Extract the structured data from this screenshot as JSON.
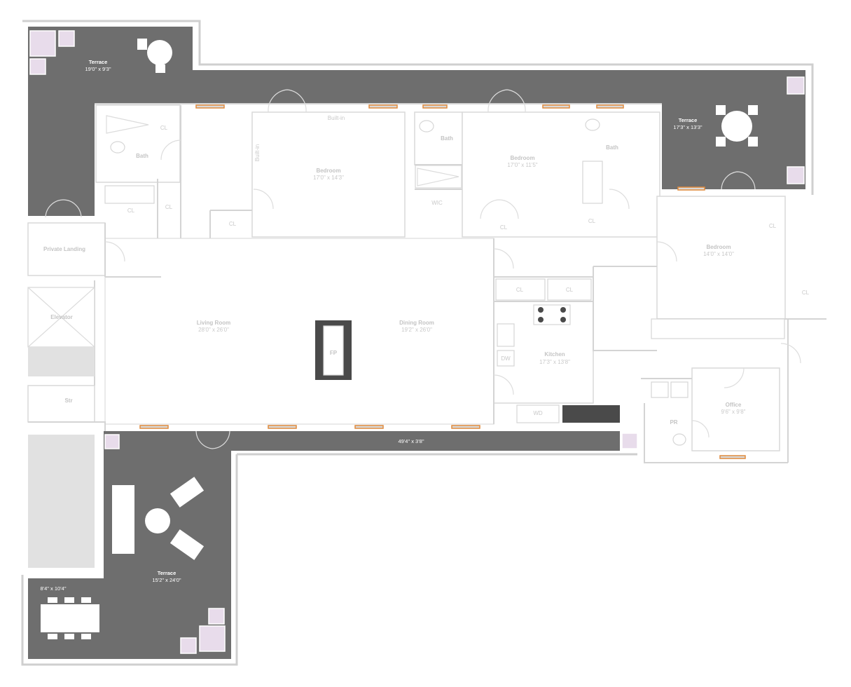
{
  "rooms": {
    "terrace_nw": {
      "name": "Terrace",
      "dims": "19'0\" x 9'3\""
    },
    "terrace_ne": {
      "name": "Terrace",
      "dims": "17'3\" x 13'3\""
    },
    "terrace_sw": {
      "name": "Terrace",
      "dims": "15'2\" x 24'0\""
    },
    "terrace_dining_dims": "8'4\" x 10'4\"",
    "terrace_strip_dims": "49'4\" x 3'8\"",
    "bedroom_1": {
      "name": "Bedroom",
      "dims": "17'0\" x 14'3\""
    },
    "bedroom_2": {
      "name": "Bedroom",
      "dims": "17'0\" x 11'5\""
    },
    "bedroom_3": {
      "name": "Bedroom",
      "dims": "14'0\" x 14'0\""
    },
    "living_room": {
      "name": "Living Room",
      "dims": "28'0\" x 26'0\""
    },
    "dining_room": {
      "name": "Dining Room",
      "dims": "19'2\" x 26'0\""
    },
    "kitchen": {
      "name": "Kitchen",
      "dims": "17'3\" x 13'8\""
    },
    "office": {
      "name": "Office",
      "dims": "9'6\" x 9'8\""
    },
    "private_landing": "Private Landing",
    "elevator": "Elevator",
    "bath_1": "Bath",
    "bath_2": "Bath",
    "bath_3": "Bath",
    "stair": "Str",
    "fireplace": "FP",
    "dishwasher": "DW",
    "washer_dryer": "WD",
    "powder_room": "PR",
    "built_in_top": "Built-in",
    "built_in_side": "Built-in",
    "wic": "WIC",
    "closet": "CL"
  }
}
